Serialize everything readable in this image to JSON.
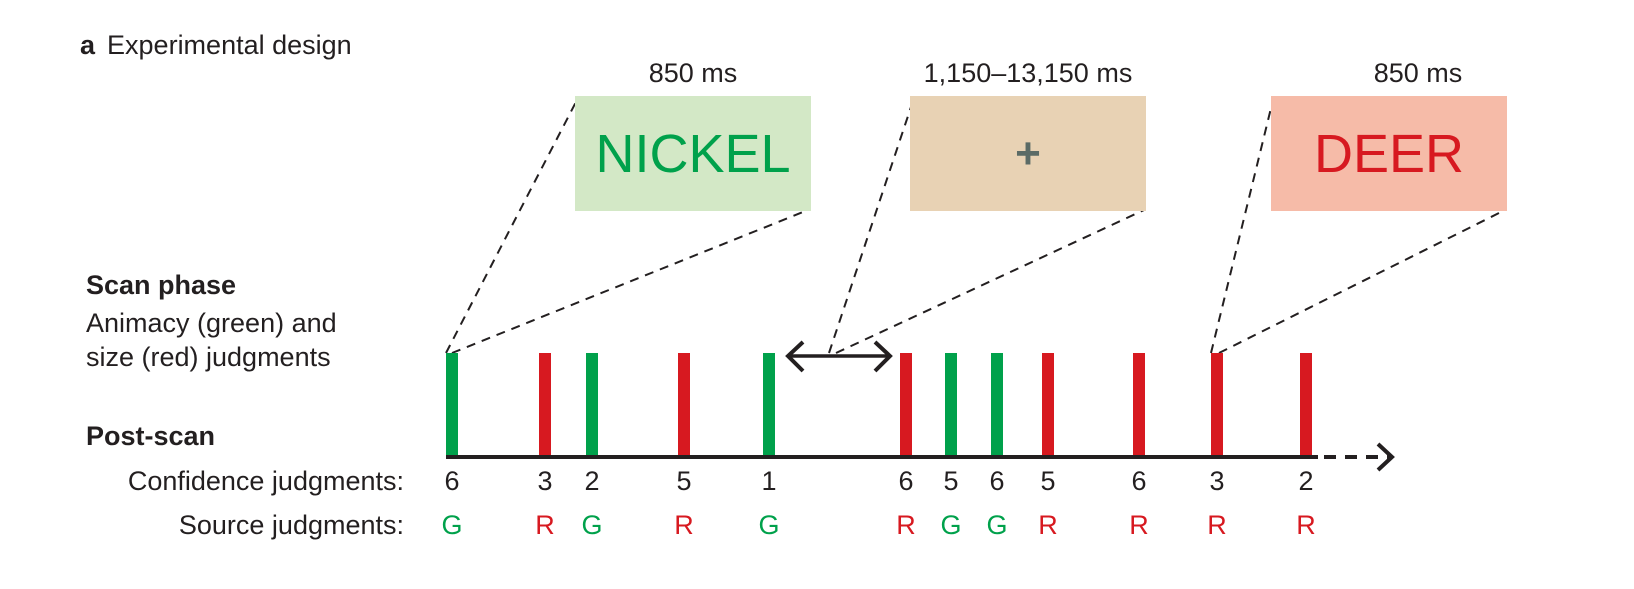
{
  "panel": {
    "letter": "a",
    "title": "Experimental design"
  },
  "colors": {
    "green": "#00a14b",
    "red": "#d71920",
    "green_box": "#d3e8c6",
    "tan_box": "#e8d2b4",
    "red_box": "#f6bba8",
    "fixation": "#5b6b66",
    "axis": "#231f20"
  },
  "stimuli": [
    {
      "duration": "850 ms",
      "content": "NICKEL",
      "type": "word",
      "color": "green"
    },
    {
      "duration": "1,150–13,150 ms",
      "content": "+",
      "type": "fixation",
      "color": "fixation"
    },
    {
      "duration": "850 ms",
      "content": "DEER",
      "type": "word",
      "color": "red"
    }
  ],
  "scan_phase": {
    "heading": "Scan phase",
    "line1": "Animacy (green) and",
    "line2": "size (red) judgments"
  },
  "post_scan": {
    "heading": "Post-scan",
    "confidence_label": "Confidence judgments:",
    "source_label": "Source judgments:"
  },
  "trials": [
    {
      "task": "green",
      "confidence": "6",
      "source": "G"
    },
    {
      "task": "red",
      "confidence": "3",
      "source": "R"
    },
    {
      "task": "green",
      "confidence": "2",
      "source": "G"
    },
    {
      "task": "red",
      "confidence": "5",
      "source": "R"
    },
    {
      "task": "green",
      "confidence": "1",
      "source": "G"
    },
    {
      "task": "red",
      "confidence": "6",
      "source": "R"
    },
    {
      "task": "green",
      "confidence": "5",
      "source": "G"
    },
    {
      "task": "green",
      "confidence": "6",
      "source": "G"
    },
    {
      "task": "red",
      "confidence": "5",
      "source": "R"
    },
    {
      "task": "red",
      "confidence": "6",
      "source": "R"
    },
    {
      "task": "red",
      "confidence": "3",
      "source": "R"
    },
    {
      "task": "red",
      "confidence": "2",
      "source": "R"
    }
  ]
}
